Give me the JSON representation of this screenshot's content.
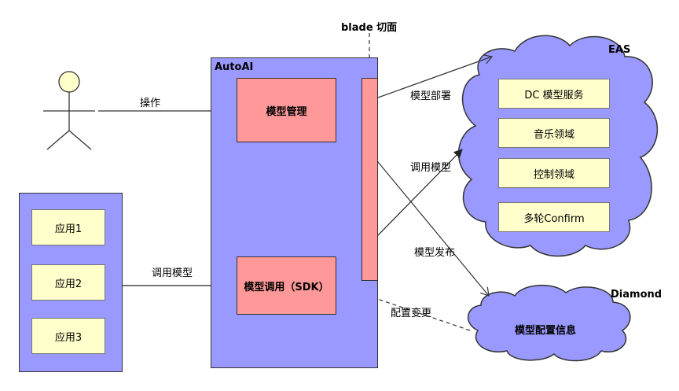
{
  "actor": {
    "icon": "stick-figure-actor"
  },
  "blade": {
    "title": "blade 切面"
  },
  "autoai": {
    "title": "AutoAI",
    "model_management": "模型管理",
    "model_invoke": "模型调用（SDK）"
  },
  "apps": {
    "items": [
      {
        "label": "应用1"
      },
      {
        "label": "应用2"
      },
      {
        "label": "应用3"
      }
    ]
  },
  "eas": {
    "title": "EAS",
    "items": [
      {
        "label": "DC 模型服务"
      },
      {
        "label": "音乐领域"
      },
      {
        "label": "控制领域"
      },
      {
        "label": "多轮Confirm"
      }
    ]
  },
  "diamond": {
    "title": "Diamond",
    "content": "模型配置信息"
  },
  "edges": {
    "operate": "操作",
    "invoke_model_apps": "调用模型",
    "deploy": "模型部署",
    "invoke_model_eas": "调用模型",
    "publish": "模型发布",
    "config_change": "配置变更"
  },
  "colors": {
    "panel_fill": "#9999ff",
    "red_fill": "#ff9999",
    "yellow_fill": "#ffffcc"
  }
}
